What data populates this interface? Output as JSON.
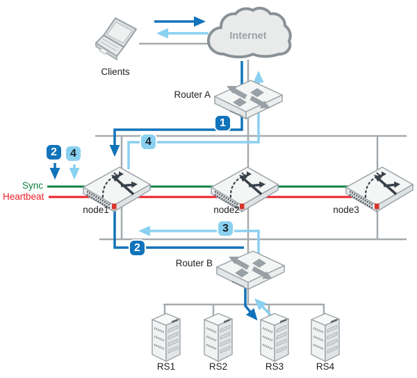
{
  "diagram_type": "ha-cluster-traffic-flow-network-diagram",
  "labels": {
    "clients": "Clients",
    "internet": "Internet",
    "router_a": "Router A",
    "router_b": "Router B",
    "node1": "node1",
    "node2": "node2",
    "node3": "node3",
    "sync": "Sync",
    "heartbeat": "Heartbeat",
    "rs1": "RS1",
    "rs2": "RS2",
    "rs3": "RS3",
    "rs4": "RS4"
  },
  "flow_badges": {
    "step1_router_a_to_node1": "1",
    "step2_left_of_node1": "2",
    "step4_left_of_node1": "4",
    "step4_node1_to_internet": "4",
    "step3_router_b_to_node1": "3",
    "step2_node1_to_router_b": "2"
  },
  "colors": {
    "request_flow_blue": "#1173ba",
    "response_flow_light_blue": "#8ad0f0",
    "sync_link_green": "#0e8040",
    "heartbeat_link_red": "#ed1c24",
    "network_wire_gray": "#a4aaae",
    "icon_gray": "#9aa1a6"
  }
}
